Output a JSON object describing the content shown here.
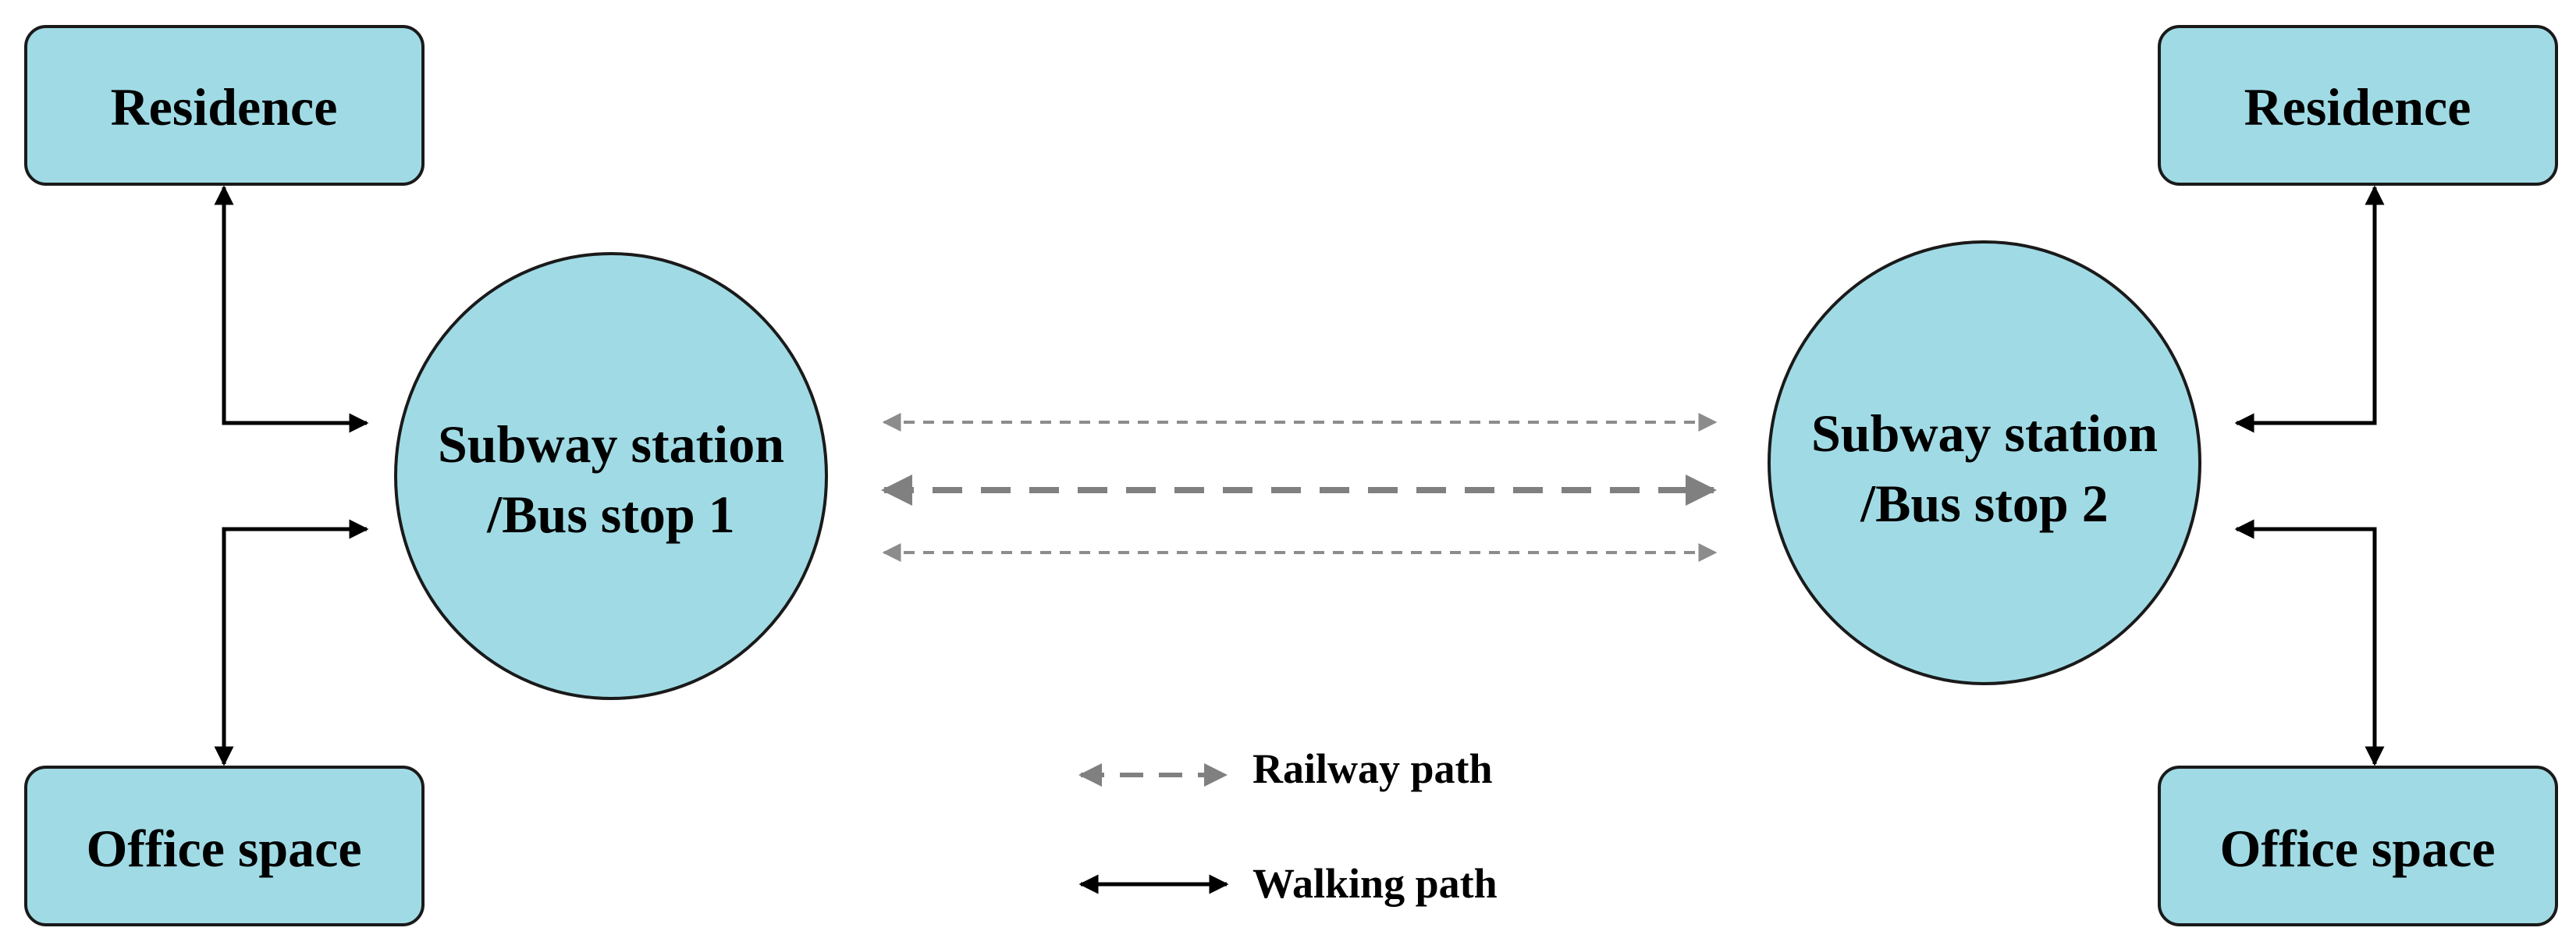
{
  "colors": {
    "node_fill": "#a0dbe5",
    "node_stroke": "#1a1a1a",
    "walking_path": "#000000",
    "railway_path": "#808080"
  },
  "left": {
    "residence": "Residence",
    "station_line1": "Subway station",
    "station_line2": "/Bus stop 1",
    "office": "Office space"
  },
  "right": {
    "residence": "Residence",
    "station_line1": "Subway station",
    "station_line2": "/Bus stop 2",
    "office": "Office space"
  },
  "legend": {
    "railway": "Railway path",
    "walking": "Walking path"
  }
}
